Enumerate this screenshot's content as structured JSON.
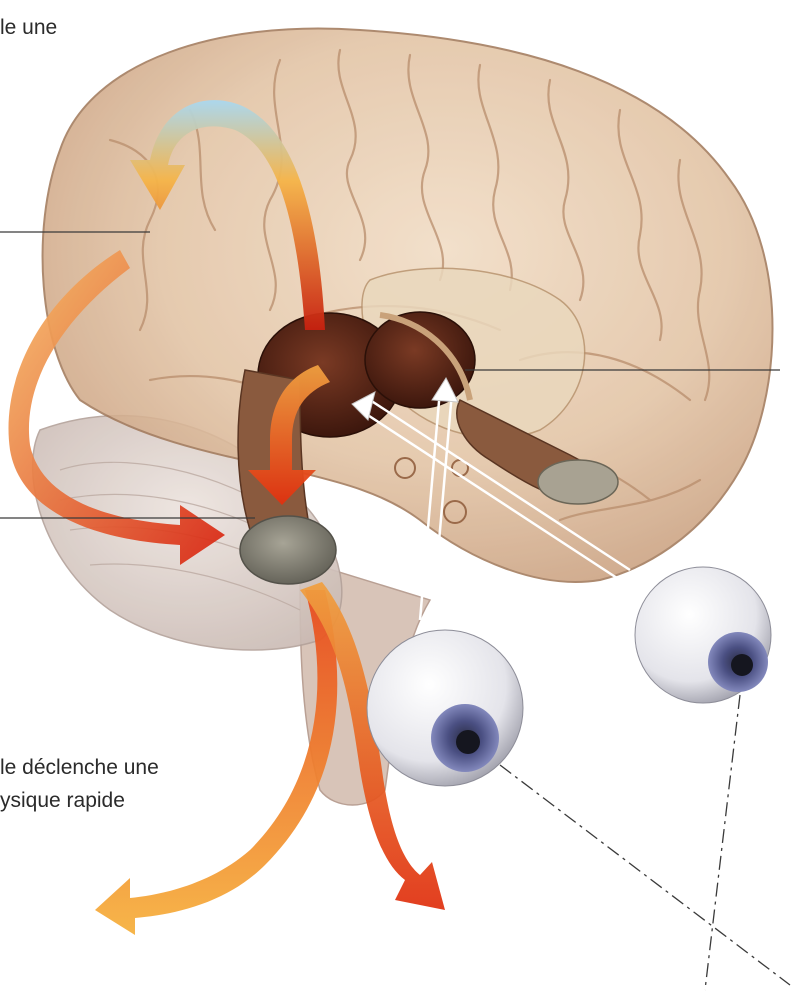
{
  "captions": {
    "top_line": "le une",
    "bottom_line_1": "le déclenche une",
    "bottom_line_2": "ysique rapide"
  },
  "colors": {
    "brain_tissue": "#e2c3a4",
    "brain_fold": "#b88d6c",
    "thalamus": "#5a2a1a",
    "amygdala": "#8a877a",
    "arrow_hot": "#e8491d",
    "arrow_warm": "#f5a43a",
    "arrow_cool": "#a9d8f0",
    "iris": "#5f6aa8",
    "leader_line": "#3a3a3a"
  },
  "icons": {
    "eye_left": "eye-icon",
    "eye_right": "eye-icon"
  }
}
